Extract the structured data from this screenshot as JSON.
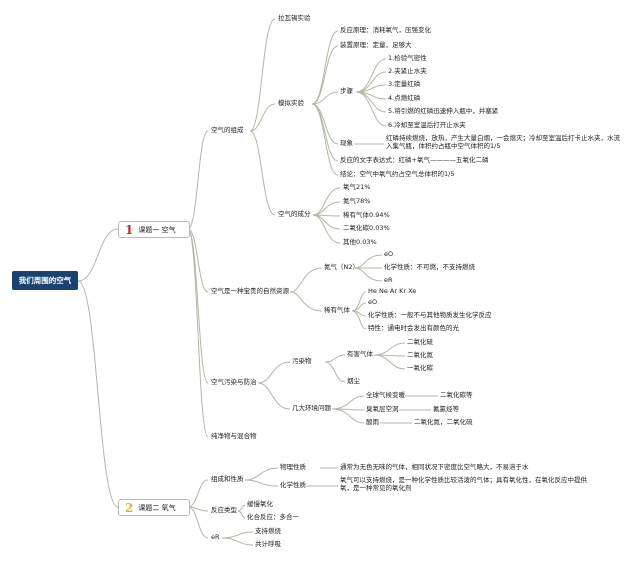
{
  "colors": {
    "root_bg": "#18426f",
    "line": "#aeb9a4",
    "num1": "#c0272d",
    "num2": "#e5b422"
  },
  "root": {
    "title": "我们周围的空气"
  },
  "topic1": {
    "number": "1",
    "label": "课题一 空气",
    "air_composition": {
      "label": "空气的组成",
      "lavoisier": "拉瓦锡实验",
      "simulation": {
        "label": "模拟实验",
        "principle": "反应原理：消耗氧气，压强变化",
        "device": "装置原理：定量，足够大",
        "steps": {
          "label": "步骤",
          "items": [
            "1.检验气密性",
            "2.夹紧止水夹",
            "3.定量红磷",
            "4.点燃红磷",
            "5.将引燃的红磷迅速伸入瓶中，并塞紧",
            "6.冷却至室温后打开止水夹"
          ]
        },
        "phenomenon": {
          "label": "现象",
          "text": "红磷持续燃烧，放热，产生大量白烟，一会熄灭；冷却至室温后打卡止水夹，水流入集气瓶，体积约占瓶中空气体积的1/5"
        },
        "equation": "反应的文字表达式：红磷+氧气————五氧化二磷",
        "conclusion": "结论：空气中氧气约占空气总体积的1/5"
      },
      "components": {
        "label": "空气的成分",
        "items": [
          "氧气21%",
          "氮气78%",
          "稀有气体0.94%",
          "二氧化碳0.03%",
          "其他0.03%"
        ]
      }
    },
    "resource": {
      "label": "空气是一种宝贵的自然资源",
      "nitrogen": {
        "label": "氮气（N2）",
        "items": [
          "eO",
          "化学性质：不可燃，不支持燃烧",
          "eR"
        ]
      },
      "noble": {
        "label": "稀有气体",
        "items": [
          "He Ne Ar Kr Xe",
          "eO",
          "化学性质：一般不与其他物质发生化学反应",
          "特性：通电时会发出有颜色的光"
        ]
      }
    },
    "pollution": {
      "label": "空气污染与防治",
      "pollutants": {
        "label": "污染物",
        "gas": {
          "label": "有害气体",
          "items": [
            "二氧化硫",
            "二氧化氮",
            "一氧化碳"
          ]
        },
        "dust": "烟尘"
      },
      "problems": {
        "label": "几大环境问题",
        "items": [
          {
            "label": "全球气候变暖",
            "cause": "二氧化碳等"
          },
          {
            "label": "臭氧层空洞",
            "cause": "氟氯烃等"
          },
          {
            "label": "酸雨",
            "cause": "二氧化氮，二氧化硫"
          }
        ]
      }
    },
    "pure_mixture": "纯净物与混合物"
  },
  "topic2": {
    "number": "2",
    "label": "课题二 氧气",
    "properties": {
      "label": "组成和性质",
      "physical": {
        "label": "物理性质",
        "text": "通常为无色无味的气体，相同状况下密度比空气略大，不易溶于水"
      },
      "chemical": {
        "label": "化学性质",
        "text": "氧气可以支持燃烧，是一种化学性质比较活泼的气体；具有氧化性，在氧化反应中提供氧，是一种常见的氧化剂"
      }
    },
    "reaction_types": {
      "label": "反应类型",
      "items": [
        "缓慢氧化",
        "化合反应：多合一"
      ]
    },
    "uses": {
      "label": "eR",
      "items": [
        "支持燃烧",
        "共计呼吸"
      ]
    }
  }
}
